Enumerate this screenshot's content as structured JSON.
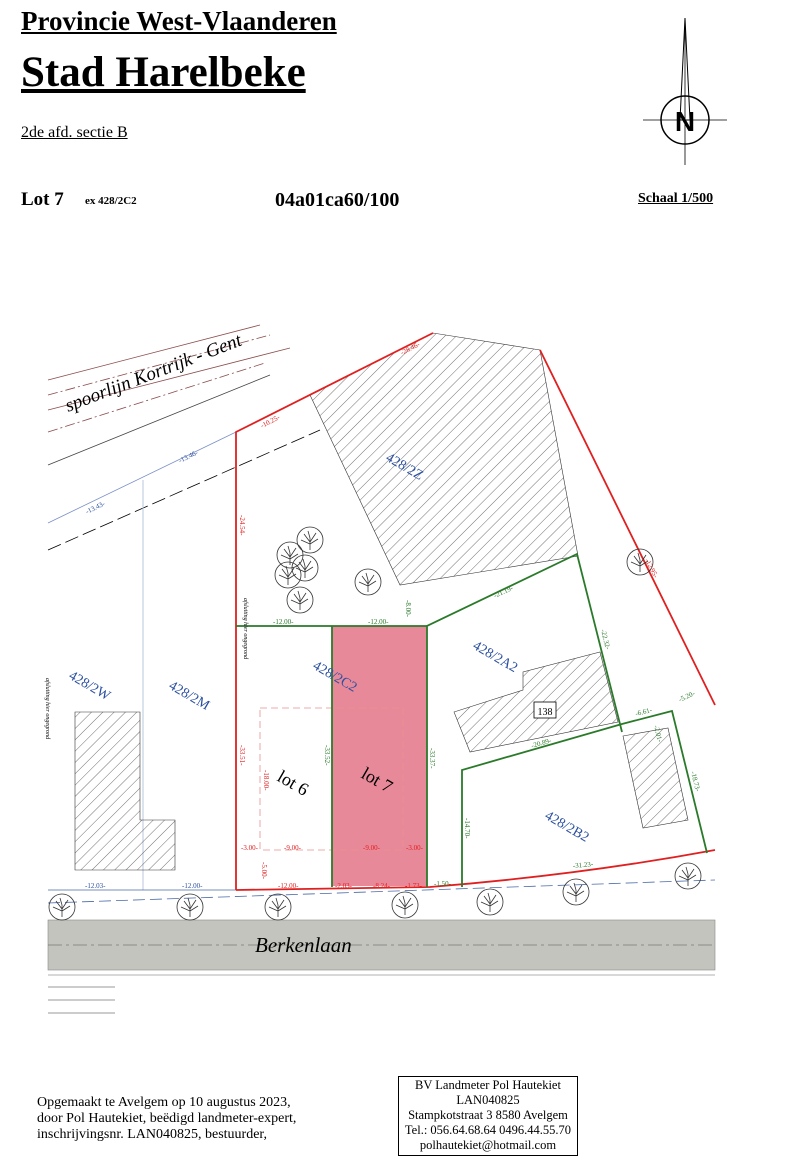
{
  "header": {
    "province": "Provincie West-Vlaanderen",
    "city": "Stad Harelbeke",
    "section": "2de afd. sectie B",
    "lot": "Lot 7",
    "lot_origin": "ex 428/2C2",
    "reference": "04a01ca60/100",
    "scale": "Schaal 1/500",
    "north_label": "N"
  },
  "map": {
    "railway": "spoorlijn Kortrijk - Gent",
    "street": "Berkenlaan",
    "parcels": [
      "428/2Z",
      "428/2C2",
      "428/2A2",
      "428/2B2",
      "428/2W",
      "428/2M"
    ],
    "lots": [
      "lot 6",
      "lot 7"
    ],
    "house_number": "138",
    "boundary_note": "afsluiting hier ongegrond",
    "colors": {
      "property_boundary": "#e02020",
      "new_boundary": "#2a7a2a",
      "lot7_fill": "#e8899a",
      "parcel_label": "#2a4fa0",
      "road": "#c4c4bf"
    },
    "dimensions": {
      "red": [
        "-28.46-",
        "-10.25-",
        "-24.54-",
        "-33.51-",
        "-18.00-",
        "-3.00-",
        "-9.00-",
        "-9.00-",
        "-3.00-",
        "-5.00-",
        "-12.00-",
        "-2.03-",
        "-8.24-",
        "-1.73-",
        "-12.95-"
      ],
      "green": [
        "-12.00-",
        "-12.00-",
        "-33.52-",
        "-33.37-",
        "-8.00-",
        "-21.19-",
        "-22.32-",
        "-20.89-",
        "-6.61-",
        "-2.01-",
        "-18.73-",
        "-14.70-",
        "-31.23-",
        "-1.50-",
        "-5.20-"
      ],
      "blue": [
        "-13.46-",
        "-13.43-",
        "-12.03-",
        "-12.00-"
      ]
    }
  },
  "footer": {
    "statement": [
      "Opgemaakt te Avelgem op 10 augustus 2023,",
      "door Pol Hautekiet, beëdigd landmeter-expert,",
      "inschrijvingsnr. LAN040825, bestuurder,"
    ],
    "company": [
      "BV Landmeter Pol Hautekiet",
      "LAN040825",
      "Stampkotstraat 3   8580 Avelgem",
      "Tel.: 056.64.68.64   0496.44.55.70",
      "polhautekiet@hotmail.com"
    ]
  }
}
